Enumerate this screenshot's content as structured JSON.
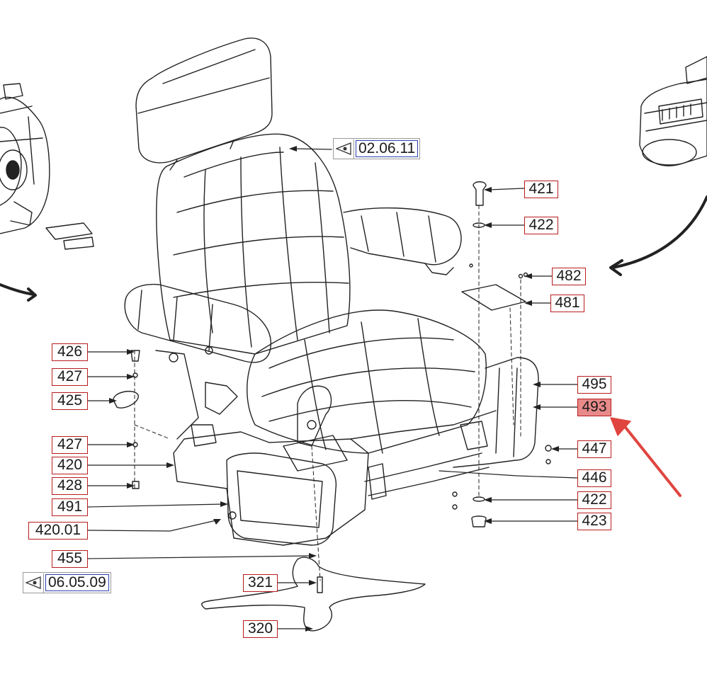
{
  "callouts": {
    "p421": "421",
    "p422a": "422",
    "p482": "482",
    "p481": "481",
    "p426": "426",
    "p427a": "427",
    "p425": "425",
    "p427b": "427",
    "p420": "420",
    "p428": "428",
    "p491": "491",
    "p42001": "420.01",
    "p455": "455",
    "p495": "495",
    "p493": "493",
    "p447": "447",
    "p446": "446",
    "p422b": "422",
    "p423": "423",
    "p321": "321",
    "p320": "320"
  },
  "references": {
    "top": "02.06.11",
    "bottom": "06.05.09"
  },
  "icons": {
    "reference": "eye-reference-icon",
    "pointer": "red-pointer-arrow-icon"
  },
  "colors": {
    "callout_border": "#b81c1c",
    "highlight_fill": "#e88a8a",
    "reference_border": "#2c3fb0",
    "pointer": "#e0453f",
    "line": "#222222"
  }
}
